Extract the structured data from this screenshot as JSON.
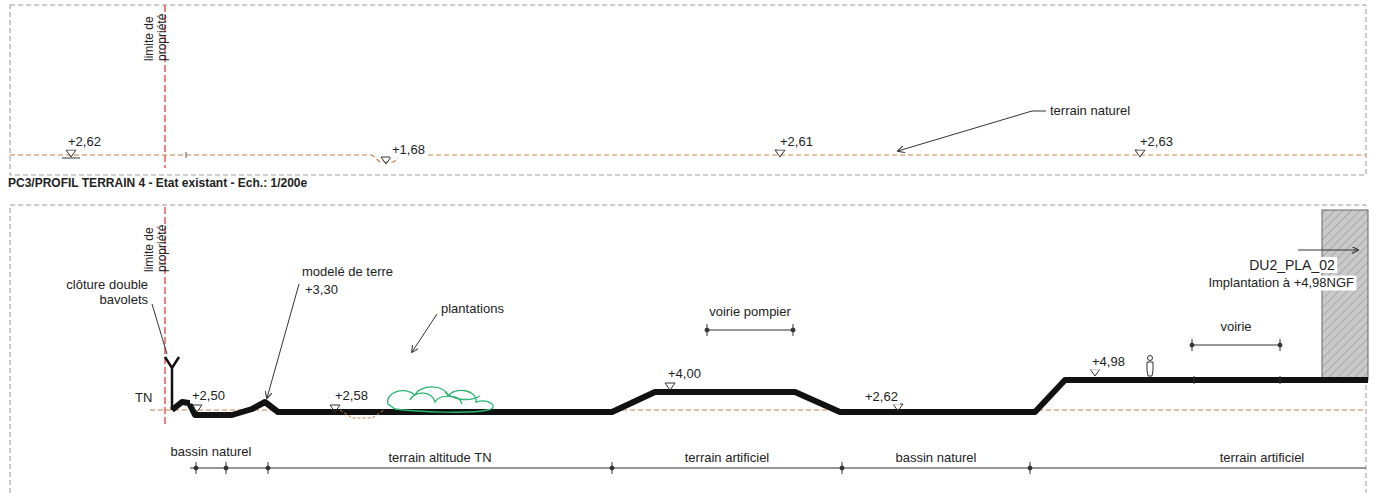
{
  "diagram": {
    "labels": [
      "limite de propriété",
      "+2,62",
      "+1,68",
      "+2,61",
      "+2,63",
      "terrain naturel",
      "PC3/PROFIL TERRAIN 4 - Etat existant - Ech.: 1/200e",
      "limite de propriété",
      "clôture double bavolets",
      "TN",
      "+2,50",
      "modelé de terre",
      "+3,30",
      "plantations",
      "+2,58",
      "voirie pompier",
      "+4,00",
      "+2,62",
      "+4,98",
      "voirie",
      "DU2_PLA_02",
      "Implantation à +4,98NGF",
      "bassin naturel",
      "terrain altitude TN",
      "terrain artificiel",
      "bassin naturel",
      "terrain artificiel"
    ]
  }
}
